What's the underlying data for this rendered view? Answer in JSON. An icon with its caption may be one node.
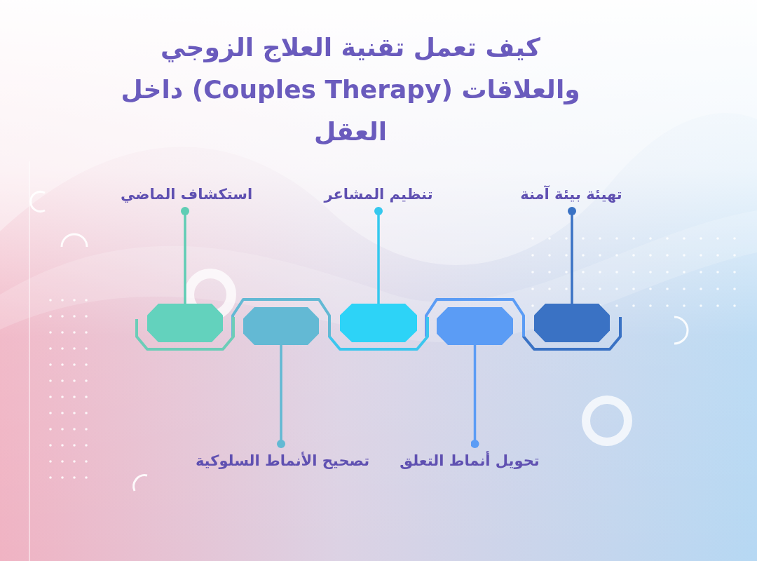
{
  "diagram": {
    "title": "كيف تعمل تقنية العلاج الزوجي والعلاقات (Couples Therapy) داخل العقل",
    "nodes": [
      {
        "text": [
          "تهيئة بيئة آمنة"
        ]
      },
      {
        "text": [],
        "shape": "octagon"
      },
      {
        "text": [
          "تحويل أنماط التعلق"
        ]
      },
      {
        "text": [],
        "shape": "octagon"
      },
      {
        "text": [
          "تنظيم المشاعر"
        ]
      },
      {
        "text": [],
        "shape": "octagon"
      },
      {
        "text": [
          "تصحيح الأنماط السلوكية"
        ]
      },
      {
        "text": [],
        "shape": "octagon"
      },
      {
        "text": [
          "استكشاف الماضي"
        ]
      },
      {
        "text": [],
        "shape": "octagon"
      }
    ],
    "edges": [
      {
        "from": 0,
        "to": 1,
        "arrow": "other",
        "color": "#3a72c4"
      },
      {
        "from": 2,
        "to": 3,
        "arrow": "other",
        "color": "#5b9cf5"
      },
      {
        "from": 4,
        "to": 5,
        "arrow": "other",
        "color": "#35c8ee"
      },
      {
        "from": 6,
        "to": 7,
        "arrow": "other",
        "color": "#62b9d3"
      },
      {
        "from": 8,
        "to": 9,
        "arrow": "other",
        "color": "#5fcdb4"
      }
    ]
  }
}
